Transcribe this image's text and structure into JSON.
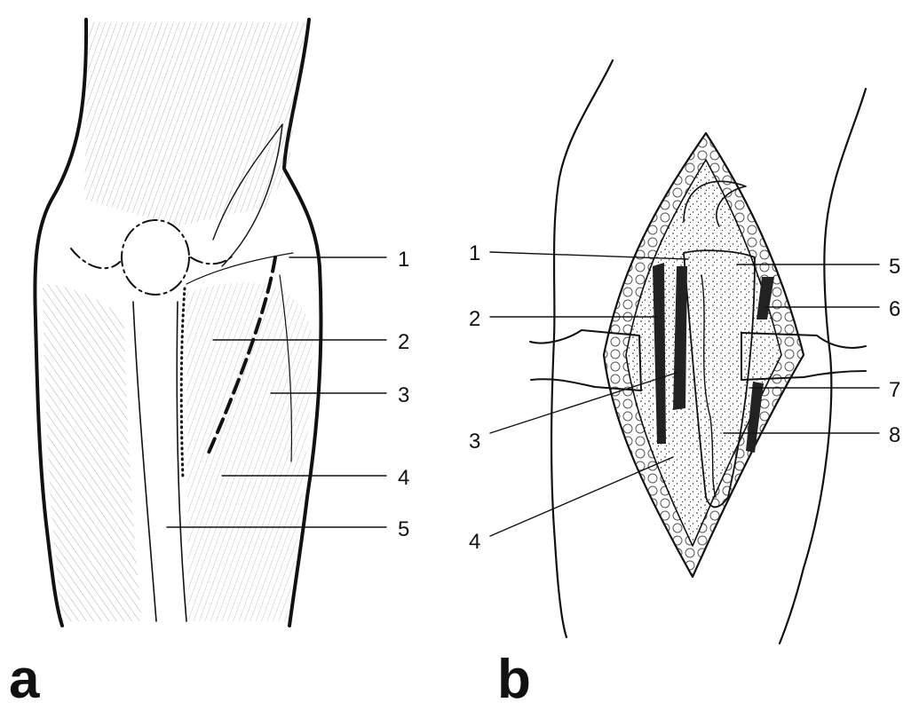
{
  "panels": [
    {
      "label": "a",
      "callouts": [
        "1",
        "2",
        "3",
        "4",
        "5"
      ]
    },
    {
      "label": "b",
      "callouts": [
        "1",
        "2",
        "3",
        "4",
        "5",
        "6",
        "7",
        "8"
      ]
    }
  ]
}
